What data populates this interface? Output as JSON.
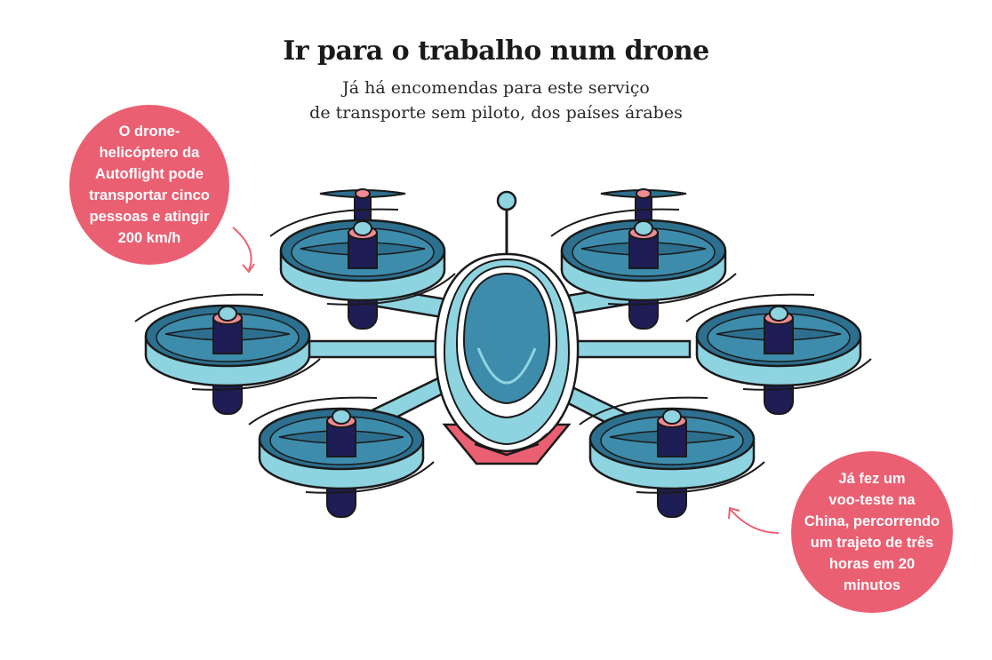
{
  "header": {
    "title": "Ir para o trabalho num drone",
    "subtitle_line1": "Já há encomendas para este serviço",
    "subtitle_line2": "de transporte sem piloto, dos países árabes"
  },
  "callouts": [
    {
      "lines": [
        "O drone-",
        "helicóptero da",
        "Autoflight pode",
        "transportar cinco",
        "pessoas e atingir",
        "200 km/h"
      ]
    },
    {
      "lines": [
        "Já fez um",
        "voo-teste na",
        "China, percorrendo",
        "um trajeto de três",
        "horas em 20",
        "minutos"
      ]
    }
  ],
  "colors": {
    "callout": "#eb5f72",
    "frame": "#8ed3e0",
    "rotor_dark": "#2d6f8e",
    "motor_navy": "#1f1d55",
    "outline": "#1a1a1a",
    "accent_pink": "#f08a93"
  }
}
